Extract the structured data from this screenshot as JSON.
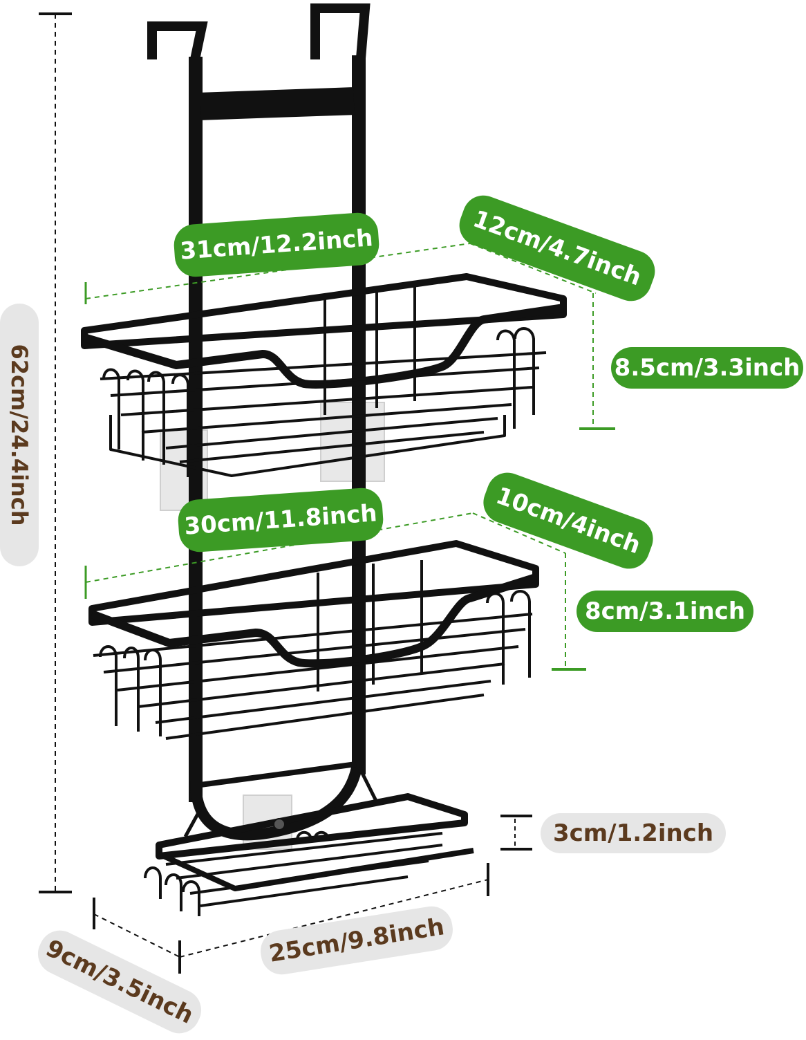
{
  "labels": {
    "total_height": "62cm/24.4inch",
    "top_width": "31cm/12.2inch",
    "top_depth": "12cm/4.7inch",
    "top_height": "8.5cm/3.3inch",
    "mid_width": "30cm/11.8inch",
    "mid_depth": "10cm/4inch",
    "mid_height": "8cm/3.1inch",
    "bottom_height": "3cm/1.2inch",
    "bottom_width": "25cm/9.8inch",
    "bottom_depth": "9cm/3.5inch"
  },
  "colors": {
    "accent_green": "#3c9b25",
    "neutral_grey": "#e6e6e6",
    "brown_text": "#5b3a1e",
    "rack_black": "#111111"
  }
}
